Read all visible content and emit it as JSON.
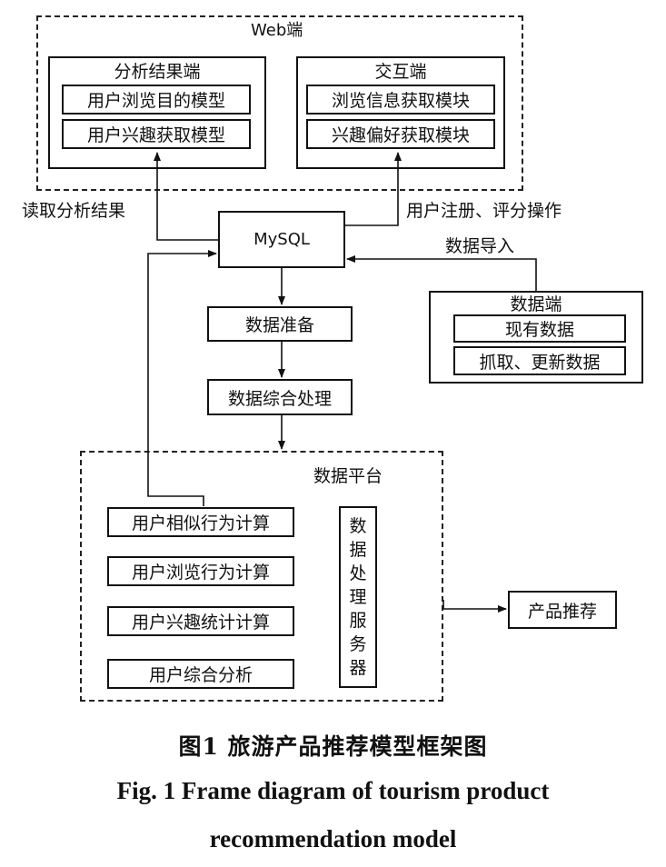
{
  "web": {
    "title": "Web端",
    "analysis": {
      "title": "分析结果端",
      "items": [
        "用户浏览目的模型",
        "用户兴趣获取模型"
      ]
    },
    "interaction": {
      "title": "交互端",
      "items": [
        "浏览信息获取模块",
        "兴趣偏好获取模块"
      ]
    }
  },
  "mysql": "MySQL",
  "labels": {
    "read_results": "读取分析结果",
    "register_rate": "用户注册、评分操作",
    "data_import": "数据导入"
  },
  "data_source": {
    "title": "数据端",
    "items": [
      "现有数据",
      "抓取、更新数据"
    ]
  },
  "steps": {
    "prepare": "数据准备",
    "process": "数据综合处理"
  },
  "platform": {
    "title": "数据平台",
    "items": [
      "用户相似行为计算",
      "用户浏览行为计算",
      "用户兴趣统计计算",
      "用户综合分析"
    ],
    "server": [
      "数",
      "据",
      "处",
      "理",
      "服",
      "务",
      "器"
    ]
  },
  "output": "产品推荐",
  "caption": {
    "cn": "图1  旅游产品推荐模型框架图",
    "en_line1": "Fig. 1  Frame diagram of tourism product",
    "en_line2": "recommendation model"
  }
}
